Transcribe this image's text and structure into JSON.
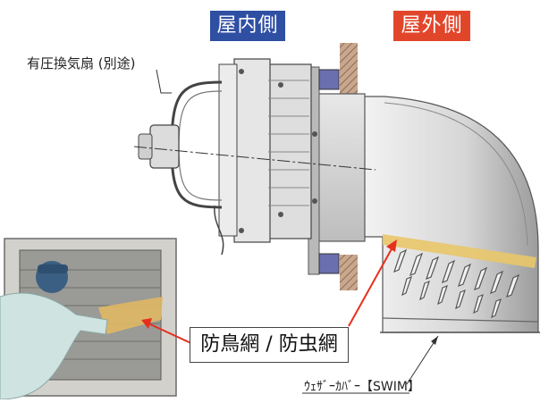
{
  "labels": {
    "indoor": "屋内側",
    "outdoor": "屋外側",
    "fan": "有圧換気扇 (別途)",
    "net": "防鳥網 / 防虫網",
    "cover": "ｳｪｻﾞｰｶﾊﾞｰ【SWIM】"
  },
  "colors": {
    "indoor_badge": "#2f4fa3",
    "outdoor_badge": "#e2462a",
    "arrow": "#e53020",
    "net_highlight": "#e8c66a"
  }
}
